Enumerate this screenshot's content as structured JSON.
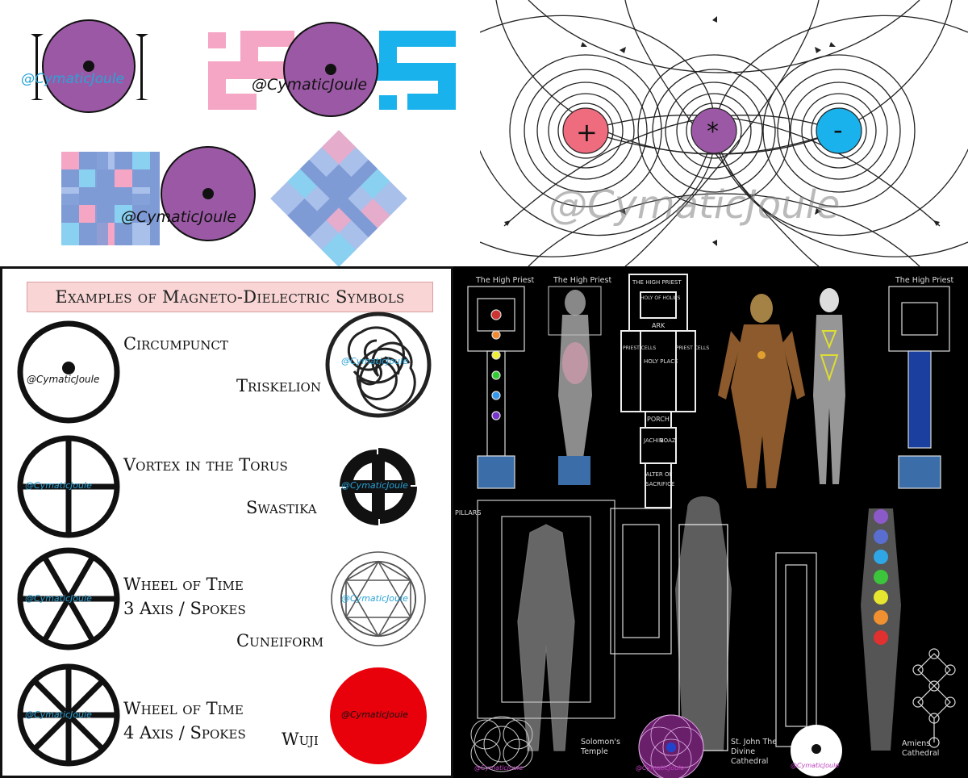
{
  "watermark": "@CymaticJoule",
  "top_right": {
    "plus_label": "+",
    "center_label": "*",
    "minus_label": "-"
  },
  "bottom_left": {
    "title": "Examples of Magneto-Dielectric Symbols",
    "symbols": [
      {
        "label": "Circumpunct"
      },
      {
        "label": "Triskelion"
      },
      {
        "label": "Vortex in the Torus"
      },
      {
        "label": "Swastika"
      },
      {
        "label_line1": "Wheel of Time",
        "label_line2": "3 Axis / Spokes"
      },
      {
        "label": "Cuneiform"
      },
      {
        "label_line1": "Wheel of Time",
        "label_line2": "4 Axis / Spokes"
      },
      {
        "label": "Wuji"
      }
    ]
  },
  "bottom_right": {
    "captions": {
      "high_priest_1": "The High Priest",
      "high_priest_2": "The High Priest",
      "high_priest_3": "The High Priest",
      "temple_header": "THE HIGH PRIEST",
      "holy_of_holies": "HOLY OF HOLIES",
      "ark": "ARK",
      "holy_place": "HOLY PLACE",
      "priest_cells_left": "PRIEST CELLS",
      "priest_cells_right": "PRIEST CELLS",
      "porch": "PORCH",
      "jachin": "JACHIN",
      "boaz": "BOAZ",
      "alter": "ALTER OF SACRIFICE",
      "solomon": "Solomon's Temple",
      "st_john": "St. John The Divine Cathedral",
      "amiens": "Amiens Cathedral",
      "pillars": "PILLARS"
    }
  },
  "colors": {
    "purple": "#9b59a5",
    "pink": "#f4a6c4",
    "cyan": "#1ab2ec",
    "red": "#e8000b",
    "plus_pole": "#ef6b7e",
    "blue_tile": "#7f9bd6",
    "title_bg": "#f9d5d5"
  }
}
